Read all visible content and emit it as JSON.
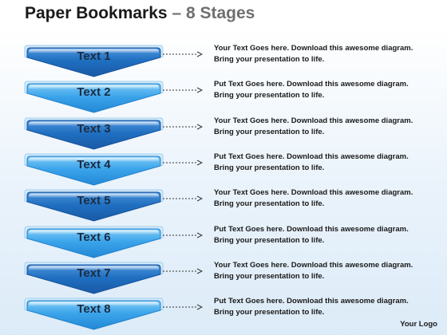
{
  "title": {
    "main": "Paper Bookmarks",
    "separator": "–",
    "subtitle": "8 Stages"
  },
  "colors": {
    "dark_blue": "#1f6fc0",
    "light_blue": "#3aa4ea",
    "label_text": "#1b2c45",
    "connector": "#333333"
  },
  "stages": [
    {
      "label": "Text 1",
      "line1": "Your Text Goes here. Download this awesome diagram.",
      "line2": "Bring your presentation to life.",
      "shade": "dark"
    },
    {
      "label": "Text 2",
      "line1": "Put Text Goes here. Download this awesome diagram.",
      "line2": "Bring your presentation to life.",
      "shade": "light"
    },
    {
      "label": "Text 3",
      "line1": "Your Text Goes here. Download this awesome diagram.",
      "line2": "Bring your presentation to life.",
      "shade": "dark"
    },
    {
      "label": "Text 4",
      "line1": "Put Text Goes here. Download this awesome diagram.",
      "line2": "Bring your presentation to life.",
      "shade": "light"
    },
    {
      "label": "Text 5",
      "line1": "Your Text Goes here. Download this awesome diagram.",
      "line2": "Bring your presentation to life.",
      "shade": "dark"
    },
    {
      "label": "Text 6",
      "line1": "Put Text Goes here. Download this awesome diagram.",
      "line2": "Bring your presentation to life.",
      "shade": "light"
    },
    {
      "label": "Text 7",
      "line1": "Your Text Goes here. Download this awesome diagram.",
      "line2": "Bring your presentation to life.",
      "shade": "dark"
    },
    {
      "label": "Text 8",
      "line1": "Put Text Goes here. Download this awesome diagram.",
      "line2": "Bring your presentation to life.",
      "shade": "light"
    }
  ],
  "logo": "Your Logo"
}
